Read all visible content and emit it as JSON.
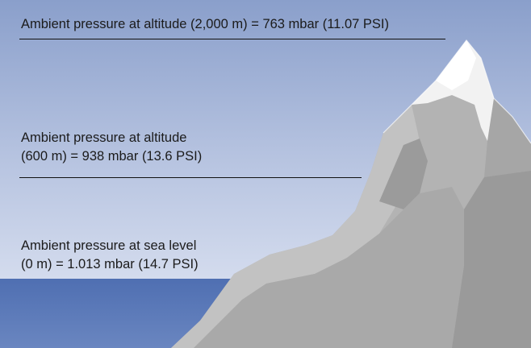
{
  "annotations": {
    "altitude_2000": {
      "text": "Ambient pressure at altitude (2,000 m) = 763 mbar (11.07 PSI)"
    },
    "altitude_600": {
      "line1": "Ambient pressure at altitude",
      "line2": "(600 m) = 938 mbar (13.6 PSI)"
    },
    "sea_level": {
      "line1": "Ambient pressure at sea level",
      "line2": "(0 m) = 1.013 mbar (14.7 PSI)"
    }
  },
  "colors": {
    "sky_top": "#8a9fcb",
    "sky_bottom": "#dfe5f3",
    "sea": "#5977b6",
    "mountain_light": "#bdbdbd",
    "mountain_mid": "#a4a4a4",
    "mountain_dark": "#8f8f8f",
    "snow": "#f1f1f1",
    "text": "#1b1b1b"
  }
}
